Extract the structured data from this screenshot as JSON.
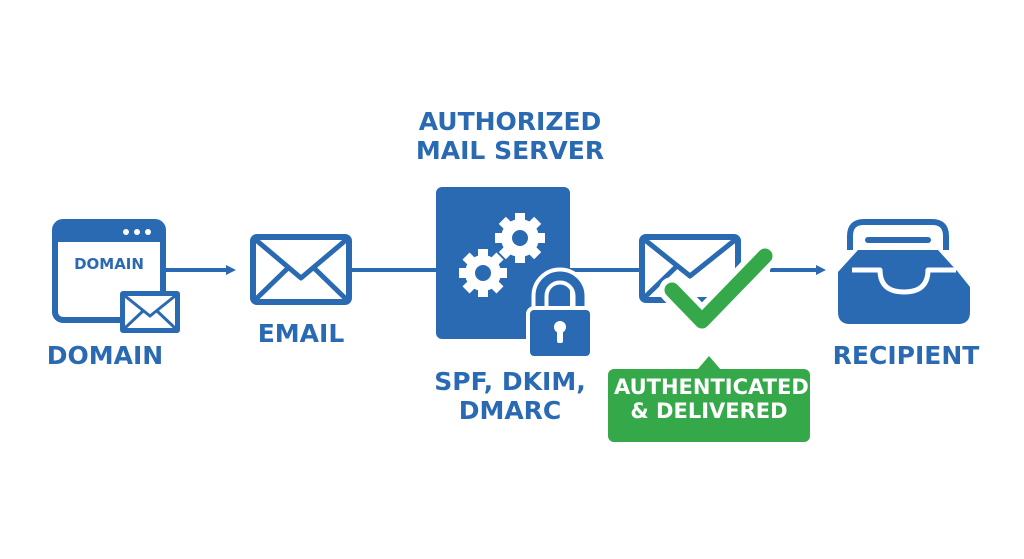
{
  "colors": {
    "primary": "#2a6ab3",
    "success": "#35a94a",
    "background": "#ffffff"
  },
  "icons": {
    "domain": "browser-window-icon",
    "email": "envelope-icon",
    "server": "gears-icon",
    "security": "padlock-icon",
    "status": "checkmark-icon",
    "recipient": "inbox-tray-icon"
  },
  "diagram": {
    "domain_window_text": "DOMAIN",
    "domain_label": "DOMAIN",
    "email_label": "EMAIL",
    "server_title_line1": "AUTHORIZED",
    "server_title_line2": "MAIL SERVER",
    "protocols_line1": "SPF, DKIM,",
    "protocols_line2": "DMARC",
    "status_line1": "AUTHENTICATED",
    "status_line2": "& DELIVERED",
    "recipient_label": "RECIPIENT"
  }
}
